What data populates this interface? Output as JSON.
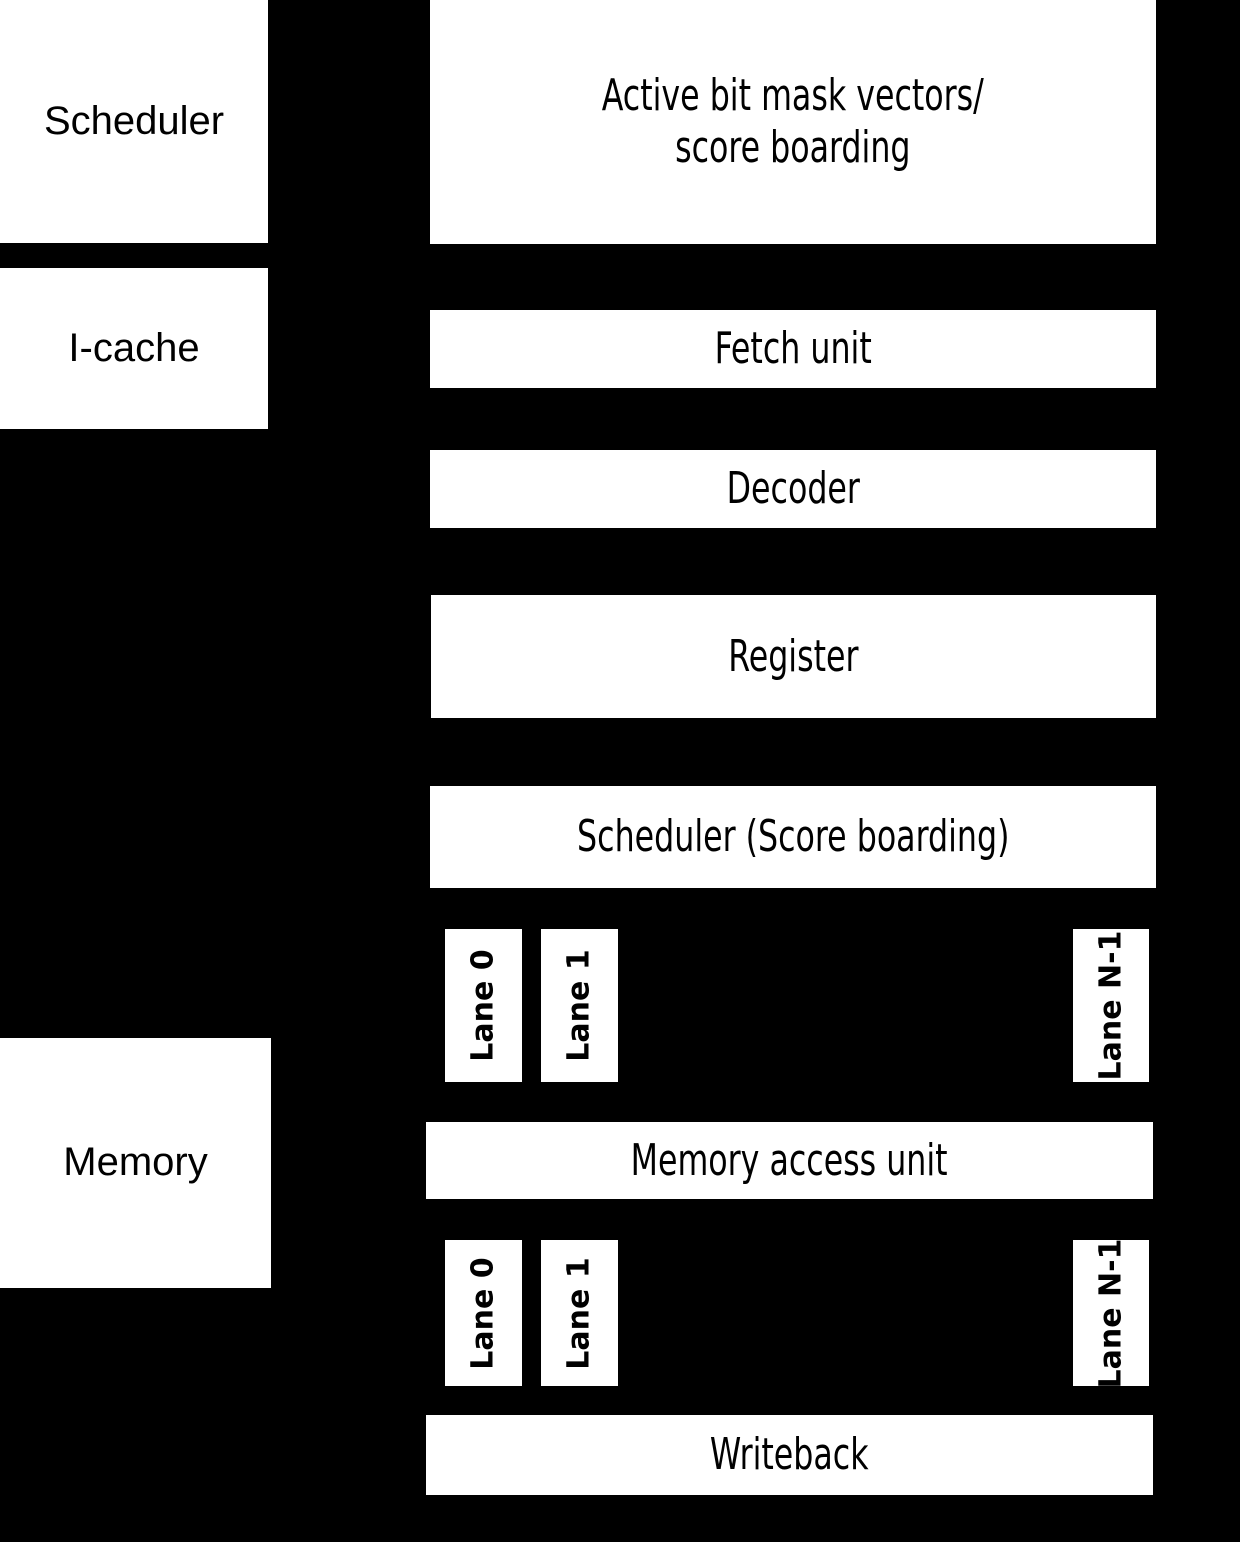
{
  "diagram": {
    "title": "SIMT / vector processor pipeline block diagram",
    "background_color": "#000000",
    "box_fill_color": "#ffffff",
    "text_color": "#000000"
  },
  "left_column": {
    "scheduler": "Scheduler",
    "icache": "I-cache",
    "memory": "Memory"
  },
  "pipeline": {
    "active_mask_line1": "Active bit mask vectors/",
    "active_mask_line2": "score boarding",
    "fetch_unit": "Fetch unit",
    "decoder": "Decoder",
    "register": "Register",
    "scheduler_scoreboarding": "Scheduler (Score boarding)",
    "memory_access_unit": "Memory access unit",
    "writeback": "Writeback"
  },
  "lane_rows": [
    {
      "name": "execution-lanes",
      "lanes": [
        {
          "label": "Lane 0"
        },
        {
          "label": "Lane 1"
        },
        {
          "label": "Lane N-1"
        }
      ]
    },
    {
      "name": "memory-lanes",
      "lanes": [
        {
          "label": "Lane 0"
        },
        {
          "label": "Lane 1"
        },
        {
          "label": "Lane N-1"
        }
      ]
    }
  ]
}
